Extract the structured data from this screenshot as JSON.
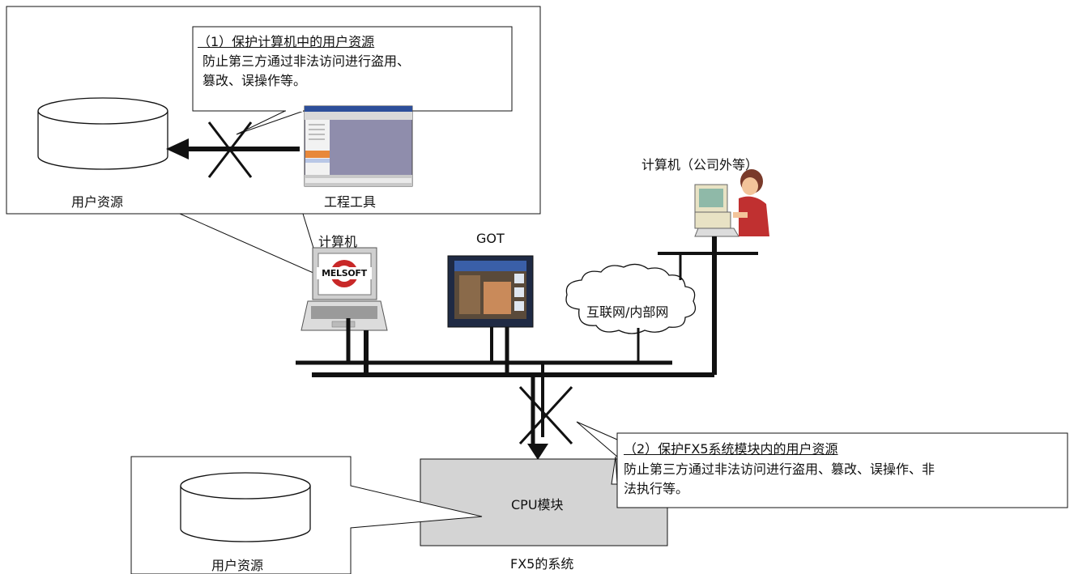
{
  "callout_1": {
    "title": "（1）保护计算机中的用户资源",
    "body_line1": "防止第三方通过非法访问进行盗用、",
    "body_line2": "篡改、误操作等。"
  },
  "callout_2": {
    "title": "（2）保护FX5系统模块内的用户资源",
    "body_line1": "防止第三方通过非法访问进行盗用、篡改、误操作、非",
    "body_line2": "法执行等。"
  },
  "labels": {
    "user_resource_top": "用户资源",
    "engineering_tool": "工程工具",
    "pc": "计算机",
    "got": "GOT",
    "external_pc": "计算机（公司外等）",
    "internet": "互联网/内部网",
    "cpu_module": "CPU模块",
    "fx5_system": "FX5的系统",
    "user_resource_bottom": "用户资源",
    "melsoft_logo": "MELSOFT"
  },
  "colors": {
    "line": "#111111",
    "cpu_fill": "#d4d4d4",
    "got_frame": "#1f2a44",
    "screen_blue": "#3a5fa8",
    "screen_purple": "#9a98b8",
    "person_skin": "#f3c49a",
    "person_red": "#c03030",
    "monitor_beige": "#e8e2c4",
    "logo_red": "#c82828"
  },
  "icons": [
    "database-icon",
    "blocked-cross-icon",
    "laptop-icon",
    "got-panel-icon",
    "person-computer-icon",
    "cloud-icon",
    "software-window-icon"
  ]
}
